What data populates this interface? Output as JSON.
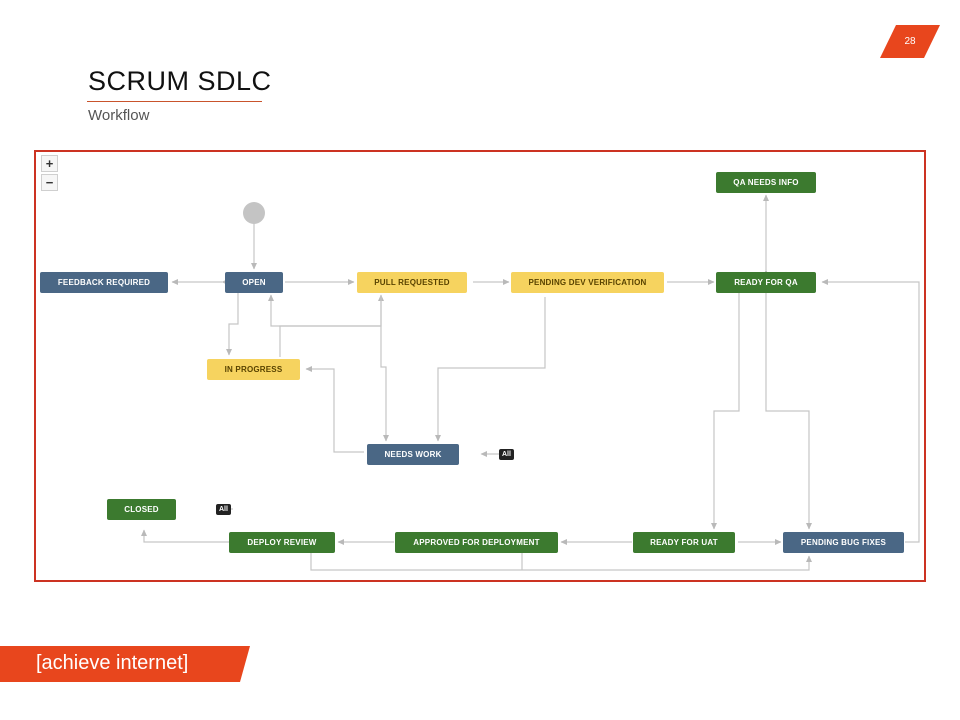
{
  "slide": {
    "page_number": "28",
    "title": "SCRUM SDLC",
    "subtitle": "Workflow",
    "brand": "[achieve internet]",
    "accent_color": "#e8461d"
  },
  "zoom": {
    "in_label": "+",
    "out_label": "−"
  },
  "workflow": {
    "statuses": {
      "feedback_required": "FEEDBACK REQUIRED",
      "open": "OPEN",
      "pull_requested": "PULL REQUESTED",
      "pending_dev_verification": "PENDING DEV VERIFICATION",
      "ready_for_qa": "READY FOR QA",
      "qa_needs_info": "QA NEEDS INFO",
      "in_progress": "IN PROGRESS",
      "needs_work": "NEEDS WORK",
      "closed": "CLOSED",
      "deploy_review": "DEPLOY REVIEW",
      "approved_for_deployment": "APPROVED FOR DEPLOYMENT",
      "ready_for_uat": "READY FOR UAT",
      "pending_bug_fixes": "PENDING BUG FIXES"
    },
    "all_tags": {
      "needs_work": "All",
      "closed": "All"
    },
    "category_colors": {
      "todo": "#4a6785",
      "in_progress": "#f6d35f",
      "done": "#3c7a2f"
    }
  }
}
